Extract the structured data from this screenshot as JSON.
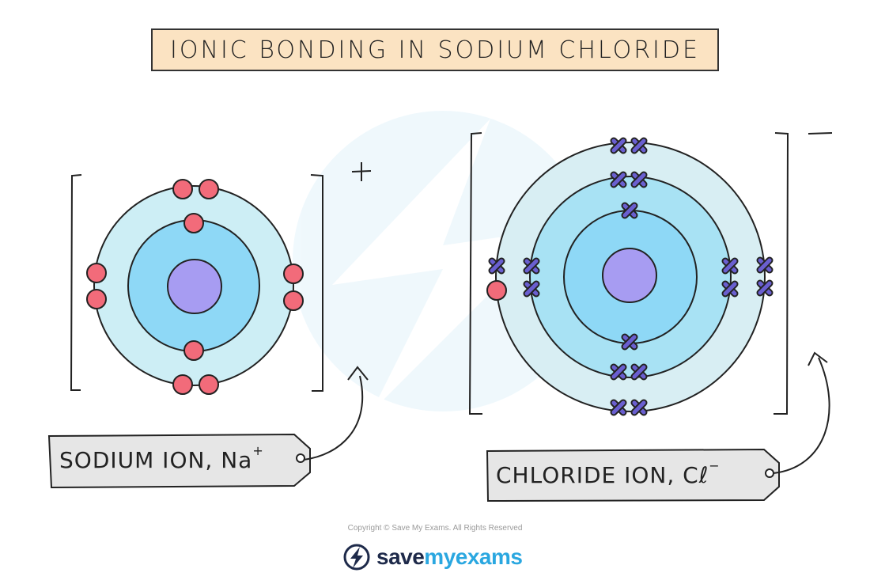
{
  "title": "IONIC BONDING IN SODIUM CHLORIDE",
  "sodium": {
    "label": "SODIUM ION, Na",
    "label_superscript": "+",
    "charge": "+",
    "shell_electrons": [
      2,
      8
    ],
    "electron_symbol": "dot"
  },
  "chloride": {
    "label": "CHLORIDE ION, Cℓ",
    "label_superscript": "−",
    "charge": "−",
    "shell_electrons": [
      2,
      8,
      8
    ],
    "electron_symbol": "cross",
    "transferred_electron_symbol": "dot"
  },
  "colors": {
    "title_fill": "#fbe3c2",
    "outer_shell": "#cdeef5",
    "middle_shell": "#a8e2f4",
    "inner_shell": "#8ed8f6",
    "nucleus": "#a79cf2",
    "sodium_electron": "#f26b7a",
    "chlorine_electron": "#6a5fd0",
    "chloride_outer": "#d8eef3"
  },
  "copyright": "Copyright © Save My Exams. All Rights Reserved",
  "logo": {
    "part1": "save",
    "part2": "my",
    "part3": "exams",
    "icon": "lightning-bolt-icon"
  }
}
